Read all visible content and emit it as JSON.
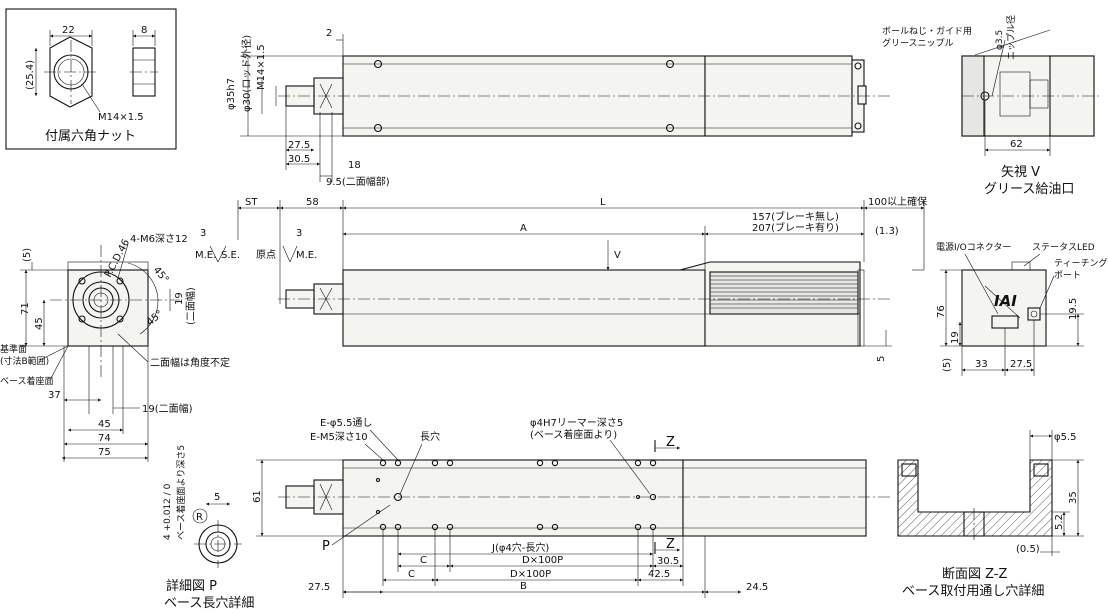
{
  "nut": {
    "caption": "付属六角ナット",
    "dim_width": "22",
    "dim_thickness": "8",
    "dim_height": "(25.4)",
    "thread": "M14×1.5"
  },
  "top_view": {
    "dim_rod_dia": "φ35h7",
    "dim_rod_outer": "φ30(ロッド外径)",
    "dim_thread": "M14×1.5",
    "dim_gap": "2",
    "dim_275": "27.5",
    "dim_305": "30.5",
    "dim_18": "18",
    "dim_95": "9.5(二面幅部)"
  },
  "view_v": {
    "note_grease": "ボールねじ・ガイド用",
    "note_grease2": "グリースニップル",
    "note_dia": "φ3.5",
    "note_nipple": "ニップル径",
    "dim_62": "62",
    "caption1": "矢視 V",
    "caption2": "グリース給油口"
  },
  "side_view": {
    "dim_st": "ST",
    "dim_58": "58",
    "dim_l": "L",
    "dim_100": "100以上確保",
    "dim_3a": "3",
    "dim_3b": "3",
    "me1": "M.E.",
    "se": "S.E.",
    "origin": "原点",
    "me2": "M.E.",
    "dim_a": "A",
    "dim_157": "157(ブレーキ無し)",
    "dim_207": "207(ブレーキ有り)",
    "dim_13": "(1.3)",
    "arrow_v": "V",
    "dim_5": "5"
  },
  "front_view": {
    "dim_5p": "(5)",
    "pcd": "P.C.D.46",
    "m6": "4-M6深さ12",
    "ang45a": "45°",
    "ang45b": "45°",
    "dim_19": "19",
    "dim_nimen": "(二面幅)",
    "dim_71": "71",
    "dim_45v": "45",
    "ref1": "基準面",
    "ref2": "(寸法B範囲)",
    "base": "ベース着座面",
    "note_angle": "二面幅は角度不定",
    "dim_37": "37",
    "dim_19b": "19(二面幅)",
    "dim_45h": "45",
    "dim_74": "74",
    "dim_75": "75"
  },
  "end_view": {
    "power": "電源I/Oコネクター",
    "status": "ステータスLED",
    "teach1": "ティーチング",
    "teach2": "ポート",
    "logo": "IAI",
    "dim_76": "76",
    "dim_195": "19.5",
    "dim_19": "19",
    "dim_5": "(5)",
    "dim_33": "33",
    "dim_275": "27.5"
  },
  "bottom_view": {
    "hole1": "E-φ5.5通し",
    "hole2": "E-M5深さ10",
    "slot": "長穴",
    "ream1": "φ4H7リーマー深さ5",
    "ream2": "(ベース着座面より)",
    "z_top": "Z",
    "z_bot": "Z",
    "dim_61": "61",
    "p_label": "P",
    "dim_j": "J(φ4穴-長穴)",
    "dim_305": "30.5",
    "dim_c1": "C",
    "dim_d1": "D×100P",
    "dim_c2": "C",
    "dim_d2": "D×100P",
    "dim_425": "42.5",
    "dim_275": "27.5",
    "dim_b": "B",
    "dim_245": "24.5"
  },
  "detail_p": {
    "tol": "4 +0.012 / 0",
    "note": "ベース着座面より深さ5",
    "dim_5": "5",
    "r": "R",
    "caption1": "詳細図 P",
    "caption2": "ベース長穴詳細"
  },
  "section_zz": {
    "dim_55": "φ5.5",
    "dim_35": "35",
    "dim_52": "5.2",
    "dim_05": "(0.5)",
    "caption1": "断面図 Z-Z",
    "caption2": "ベース取付用通し穴詳細"
  }
}
